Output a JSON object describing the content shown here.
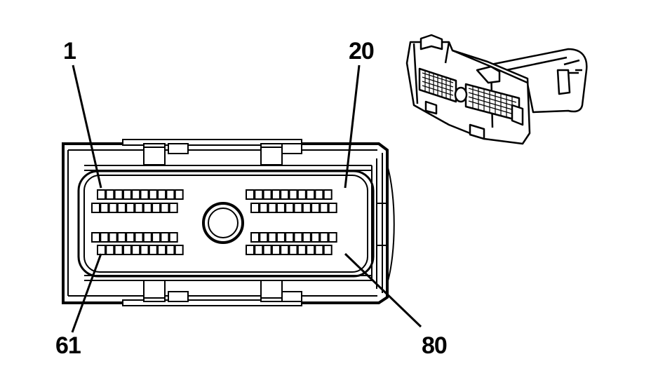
{
  "pin_labels": {
    "first_pin": "1",
    "row_one_last_pin": "20",
    "last_row_first_pin": "61",
    "last_pin": "80"
  },
  "connector": {
    "pin_rows": 4,
    "pins_per_row": 20,
    "total_pins": 80
  },
  "colors": {
    "line": "#000000",
    "background": "#ffffff"
  }
}
